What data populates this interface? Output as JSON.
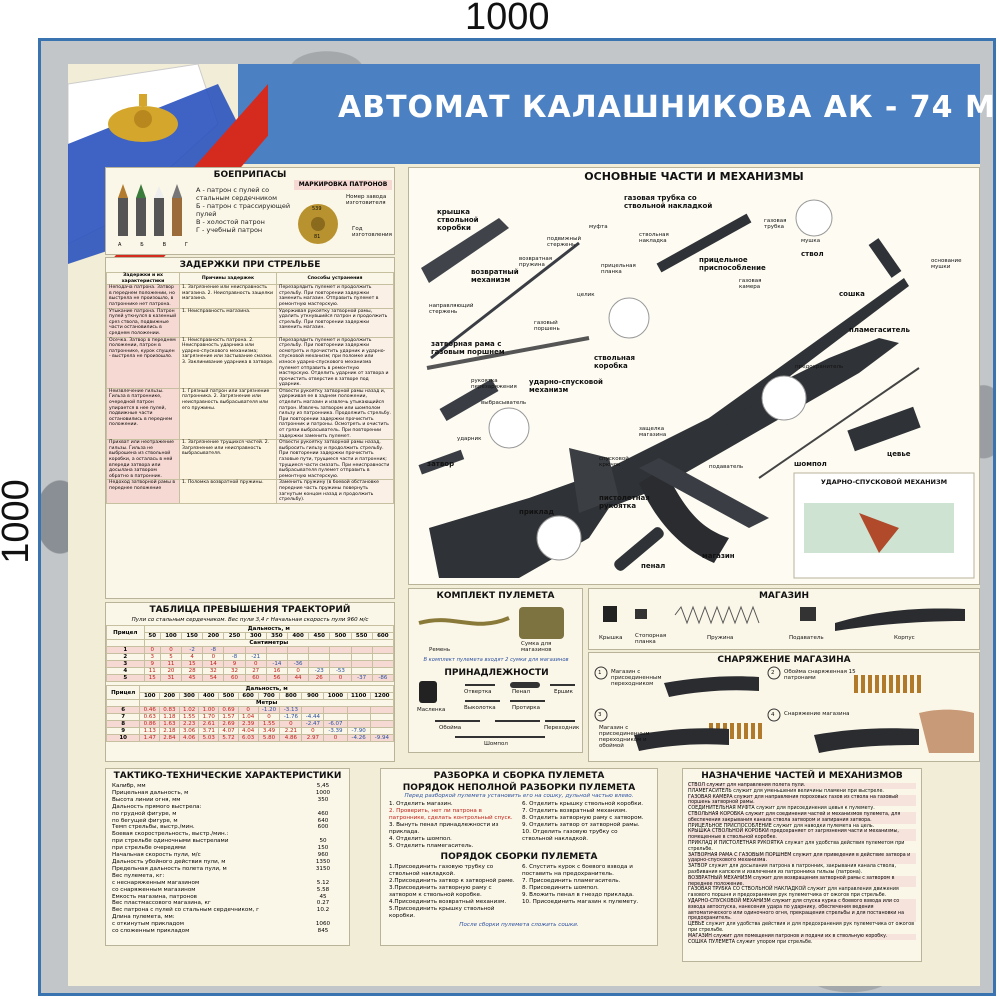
{
  "dimensions": {
    "width_label": "1000",
    "height_label": "1000"
  },
  "header": {
    "title": "АВТОМАТ КАЛАШНИКОВА АК - 74 М"
  },
  "ammo": {
    "title": "БОЕПРИПАСЫ",
    "lines": [
      "А - патрон с пулей со стальным сердечником",
      "Б - патрон с трассирующей пулей",
      "В - холостой патрон",
      "Г - учебный патрон"
    ],
    "cartridge_letters": [
      "А",
      "Б",
      "В",
      "Г"
    ],
    "marking_title": "МАРКИРОВКА ПАТРОНОВ",
    "factory_no": "Номер завода изготовителя",
    "year": "Год изготовления",
    "stamp_top": "539",
    "stamp_bottom": "81"
  },
  "delays": {
    "title": "ЗАДЕРЖКИ ПРИ СТРЕЛЬБЕ",
    "headers": [
      "Задержки и их характеристики",
      "Причины задержек",
      "Способы устранения"
    ],
    "rows": [
      {
        "c": "Неподача патрона. Затвор в переднем положении, но выстрела не произошло, в патроннике нет патрона.",
        "r": "1. Загрязнение или неисправность магазина.  2. Неисправность защелки магазина.",
        "f": "Перезарядить пулемет и продолжить стрельбу. При повторении задержки заменить магазин. Отправить пулемет в ремонтную мастерскую."
      },
      {
        "c": "Утыкание патрона. Патрон пулей уткнулся в казенный срез ствола, подвижные части остановились в среднем положении.",
        "r": "1. Неисправность магазина.",
        "f": "Удерживая рукоятку затворной рамы, удалить уткнувшийся патрон и продолжить стрельбу. При повторении задержки заменить магазин."
      },
      {
        "c": "Осечка. Затвор в переднем положении, патрон в патроннике, курок спущен - выстрела не произошло.",
        "r": "1. Неисправность патрона. 2. Неисправность ударника или ударно-спускового механизма; загрязнение или застывание смазки. 3. Заклинивание ударника в затворе.",
        "f": "Перезарядить пулемет и продолжить стрельбу. При повторении задержки осмотреть и прочистить ударник и ударно-спусковой механизм; при поломке или износе ударно-спускового механизма пулемет отправить в ремонтную мастерскую. Отделить ударник от затвора и прочистить отверстие в затворе под ударник."
      },
      {
        "c": "Неизвлечение гильзы. Гильза в патроннике, очередной патрон упирается в нее пулей, подвижные части остановились в переднем положении.",
        "r": "1. Грязный патрон или загрязнение патронника. 2. Загрязнение или неисправность выбрасывателя или его пружины.",
        "f": "Отвести рукоятку затворной рамы назад и, удерживая ее в заднем положении, отделить магазин и извлечь утыкающийся патрон. Извлечь затвором или шомполом гильзу из патронника. Продолжить стрельбу. При повторении задержки прочистить патронник и патроны. Осмотреть и очистить от грязи выбрасыватель. При повторении задержки заменить пулемет."
      },
      {
        "c": "Прихват или неотражение гильзы. Гильза не выброшена из ствольной коробки, а осталась в ней впереди затвора или досылана затвором обратно в патронник.",
        "r": "1. Загрязнение трущихся частей. 2. Загрязнение или неисправность выбрасывателя.",
        "f": "Отвести рукоятку затворной рамы назад, выбросить гильзу и продолжить стрельбу. При повторении задержки прочистить газовые пути, трущиеся части и патронник; трущиеся части смазать. При неисправности выбрасывателя пулемет отправить в ремонтную мастерскую."
      },
      {
        "c": "Недоход затворной рамы в переднее положение",
        "r": "1. Поломка возвратной пружины.",
        "f": "Заменить пружину (в боевой обстановке передние часть пружины повернуть загнутым концом назад и продолжить стрельбу)."
      }
    ]
  },
  "trajectory": {
    "title": "ТАБЛИЦА ПРЕВЫШЕНИЯ ТРАЕКТОРИЙ",
    "subtitle": "Пули со стальным сердечником.   Вес пули 3,4 г   Начальная скорость пули 960 м/с",
    "aim_label": "Прицел",
    "dist_label": "Дальность, м",
    "cm_label": "Сантиметры",
    "m_label": "Метры",
    "ranges1": [
      "50",
      "100",
      "150",
      "200",
      "250",
      "300",
      "350",
      "400",
      "450",
      "500",
      "550",
      "600"
    ],
    "rows1": [
      [
        "1",
        "0",
        "0",
        "-2",
        "-8",
        "",
        "",
        "",
        "",
        "",
        "",
        "",
        ""
      ],
      [
        "2",
        "3",
        "5",
        "4",
        "0",
        "-8",
        "-21",
        "",
        "",
        "",
        "",
        "",
        ""
      ],
      [
        "3",
        "9",
        "11",
        "15",
        "14",
        "9",
        "0",
        "-14",
        "-36",
        "",
        "",
        "",
        ""
      ],
      [
        "4",
        "11",
        "20",
        "28",
        "32",
        "32",
        "27",
        "16",
        "0",
        "-23",
        "-53",
        "",
        ""
      ],
      [
        "5",
        "15",
        "31",
        "45",
        "54",
        "60",
        "60",
        "56",
        "44",
        "26",
        "0",
        "-37",
        "-86"
      ]
    ],
    "ranges2": [
      "100",
      "200",
      "300",
      "400",
      "500",
      "600",
      "700",
      "800",
      "900",
      "1000",
      "1100",
      "1200"
    ],
    "rows2": [
      [
        "6",
        "0.46",
        "0.83",
        "1.02",
        "1.00",
        "0.69",
        "0",
        "-1.20",
        "-3.13",
        "",
        "",
        "",
        ""
      ],
      [
        "7",
        "0.63",
        "1.18",
        "1.55",
        "1.70",
        "1.57",
        "1.04",
        "0",
        "-1.76",
        "-4.44",
        "",
        "",
        ""
      ],
      [
        "8",
        "0.86",
        "1.63",
        "2.23",
        "2.61",
        "2.69",
        "2.39",
        "1.55",
        "0",
        "-2.47",
        "-6.07",
        "",
        ""
      ],
      [
        "9",
        "1.13",
        "2.18",
        "3.06",
        "3.71",
        "4.07",
        "4.04",
        "3.49",
        "2.21",
        "0",
        "-3.39",
        "-7.90",
        ""
      ],
      [
        "10",
        "1.47",
        "2.84",
        "4.06",
        "5.03",
        "5.72",
        "6.03",
        "5.80",
        "4.86",
        "2.97",
        "0",
        "-4.26",
        "-9.94"
      ]
    ]
  },
  "parts": {
    "title": "ОСНОВНЫЕ ЧАСТИ И МЕХАНИЗМЫ",
    "labels": {
      "receiver_cover": "крышка ствольной коробки",
      "gas_tube": "газовая трубка со ствольной накладкой",
      "gas_chamber": "газовая трубка",
      "rear_sight_cover": "ствольная накладка",
      "clutch": "муфта",
      "barrel": "ствол",
      "mushka": "мушка",
      "return_mech": "возвратный механизм",
      "guide_rod": "направляющий стержень",
      "return_spring": "возвратная пружина",
      "movable_rod": "подвижный стержень",
      "bolt_carrier": "затворная рама с газовым поршнем",
      "gas_piston": "газовый поршень",
      "sight": "прицельное приспособление",
      "sight_bar": "прицельная планка",
      "sight_slot": "целик",
      "gas_cam": "газовая камера",
      "stock": "сошка",
      "flash": "пламегаситель",
      "receiver": "ствольная коробка",
      "trigger": "ударно-спусковой механизм",
      "bolt": "затвор",
      "butt": "приклад",
      "grip": "пистолетная рукоятка",
      "magazine": "магазин",
      "pencil": "пенал",
      "rod": "шомпол",
      "handguard": "цевье",
      "recharge": "рукоятка перезаряжения",
      "ejector": "выбрасыватель",
      "firing_pin": "ударник",
      "magazine_latch": "защелка магазина",
      "trigger_guard": "спусковой крючок",
      "front_sight": "основание мушки",
      "fuse": "предохранитель",
      "support": "подаватель"
    },
    "mech_title": "УДАРНО-СПУСКОВОЙ МЕХАНИЗМ"
  },
  "kit": {
    "title": "КОМПЛЕКТ ПУЛЕМЕТА",
    "belt": "Ремень",
    "bag": "Сумка для магазинов",
    "note": "В комплект пулемета входят 2 сумки для магазинов",
    "acc_title": "ПРИНАДЛЕЖНОСТИ",
    "items": [
      "Масленка",
      "Отвертка",
      "Пенал",
      "Ершик",
      "Выколотка",
      "Протирка",
      "Обойма",
      "Переходник",
      "Шомпол"
    ]
  },
  "magazine": {
    "title": "МАГАЗИН",
    "parts": [
      "Крышка",
      "Стопорная планка",
      "Пружина",
      "Подаватель",
      "Корпус"
    ]
  },
  "loading": {
    "title": "СНАРЯЖЕНИЕ МАГАЗИНА",
    "steps": [
      "Магазин с присоединенным переходником",
      "Обойма снаряженная 15 патронами",
      "Магазин с присоединенным переходником и обоймой",
      "Снаряжение магазина"
    ],
    "nums": [
      "1",
      "2",
      "3",
      "4"
    ]
  },
  "specs": {
    "title": "ТАКТИКО-ТЕХНИЧЕСКИЕ ХАРАКТЕРИСТИКИ",
    "rows": [
      [
        "Калибр, мм",
        "5,45"
      ],
      [
        "Прицельная дальность, м",
        "1000"
      ],
      [
        "Высота линии огня, мм",
        "350"
      ],
      [
        "Дальность прямого выстрела:",
        ""
      ],
      [
        "по грудной фигуре, м",
        "460"
      ],
      [
        "по бегущей фигуре, м",
        "640"
      ],
      [
        "Темп стрельбы, выстр./мин.",
        "600"
      ],
      [
        "Боевая скорострельность, выстр./мин.:",
        ""
      ],
      [
        "при стрельбе одиночными выстрелами",
        "50"
      ],
      [
        "при стрельбе очередями",
        "150"
      ],
      [
        "Начальная скорость пули, м/с",
        "960"
      ],
      [
        "Дальность убойного действия пули, м",
        "1350"
      ],
      [
        "Предельная дальность полета пули, м",
        "3150"
      ],
      [
        "Вес пулемета, кг:",
        ""
      ],
      [
        "с неснаряженным магазином",
        "5.12"
      ],
      [
        "со снаряженным магазином",
        "5.58"
      ],
      [
        "Емкость магазина, патронов",
        "45"
      ],
      [
        "Вес пластмассового магазина, кг",
        "0.27"
      ],
      [
        "Вес патрона с пулей со стальным сердечником, г",
        "10.2"
      ],
      [
        "Длина пулемета, мм:",
        ""
      ],
      [
        "с откинутым прикладом",
        "1060"
      ],
      [
        "со сложенным прикладом",
        "845"
      ]
    ]
  },
  "assembly": {
    "title": "РАЗБОРКА И СБОРКА ПУЛЕМЕТА",
    "dis_title": "ПОРЯДОК НЕПОЛНОЙ РАЗБОРКИ ПУЛЕМЕТА",
    "dis_note": "Перед разборкой пулемета установить его на сошку, дульной частью влево.",
    "dis_left": [
      "1. Отделить магазин.",
      "2. Проверить, нет ли патрона в патроннике, сделать контрольный спуск.",
      "3. Вынуть пенал принадлежности из приклада.",
      "4. Отделить шомпол.",
      "5. Отделить пламегаситель."
    ],
    "dis_right": [
      "6. Отделить крышку ствольной коробки.",
      "7. Отделить возвратный механизм.",
      "8. Отделить затворную раму с затвором.",
      "9. Отделить затвор от затворной рамы.",
      "10. Отделить газовую трубку со ствольной накладкой."
    ],
    "as_title": "ПОРЯДОК СБОРКИ ПУЛЕМЕТА",
    "as_left": [
      "1.Присоединить газовую трубку со ствольной накладкой.",
      "2.Присоединить затвор к затворной раме.",
      "3.Присоединить затворную раму с затвором к ствольной коробке.",
      "4.Присоединить возвратный механизм.",
      "5.Присоединить крышку ствольной коробки."
    ],
    "as_right": [
      "6. Спустить курок с боевого взвода и поставить на предохранитель.",
      "7. Присоединить пламегаситель.",
      "8. Присоединить шомпол.",
      "9. Вложить пенал в гнездо приклада.",
      "10. Присоединить магазин к пулемету."
    ],
    "as_note": "После сборки пулемета сложить сошки."
  },
  "purpose": {
    "title": "НАЗНАЧЕНИЕ ЧАСТЕЙ И МЕХАНИЗМОВ",
    "lines": [
      "СТВОЛ служит для направления полета пули.",
      "ПЛАМЕГАСИТЕЛЬ служит для уменьшения величины пламени при выстреле.",
      "ГАЗОВАЯ КАМЕРА служит для направления пороховых газов из ствола на газовый поршень затворной рамы.",
      "СОЕДИНИТЕЛЬНАЯ МУФТА служит для присоединения цевья к пулемету.",
      "СТВОЛЬНАЯ КОРОБКА служит для соединения частей и механизмов пулемета, для обеспечения закрывания канала ствола затвором и запирания затвора.",
      "ПРИЦЕЛЬНОЕ ПРИСПОСОБЛЕНИЕ служит для наводки пулемета на цель.",
      "КРЫШКА СТВОЛЬНОЙ КОРОБКИ предохраняет от загрязнения части и механизмы, помещенные в ствольной коробке.",
      "ПРИКЛАД И ПИСТОЛЕТНАЯ РУКОЯТКА служат для удобства действия пулеметом при стрельбе.",
      "ЗАТВОРНАЯ РАМА С ГАЗОВЫМ ПОРШНЕМ служит для приведения в действие затвора и ударно-спускового механизма.",
      "ЗАТВОР служит для досылания патрона в патронник, закрывания канала ствола, разбивания капсюля и извлечения из патронника гильзы (патрона).",
      "ВОЗВРАТНЫЙ МЕХАНИЗМ служит для возвращения затворной рамы с затвором в переднее положение.",
      "ГАЗОВАЯ ТРУБКА СО СТВОЛЬНОЙ НАКЛАДКОЙ служит для направления движения газового поршня и предохранения рук пулеметчика от ожогов при стрельбе.",
      "УДАРНО-СПУСКОВОЙ МЕХАНИЗМ служит для спуска курка с боевого взвода или со взвода автоспуска, нанесения удара по ударнику, обеспечения ведения автоматического или одиночного огня, прекращения стрельбы и для постановки на предохранитель.",
      "ЦЕВЬЕ служит для удобства действия и для предохранения рук пулеметчика от ожогов при стрельбе.",
      "МАГАЗИН служит для помещения патронов и подачи их в ствольную коробку.",
      "СОШКА ПУЛЕМЕТА служит упором при стрельбе."
    ]
  },
  "colors": {
    "frame": "#3a74b0",
    "titlebar": "#4b80c2",
    "board": "#f2edd7",
    "accent_red": "#c0201a"
  }
}
